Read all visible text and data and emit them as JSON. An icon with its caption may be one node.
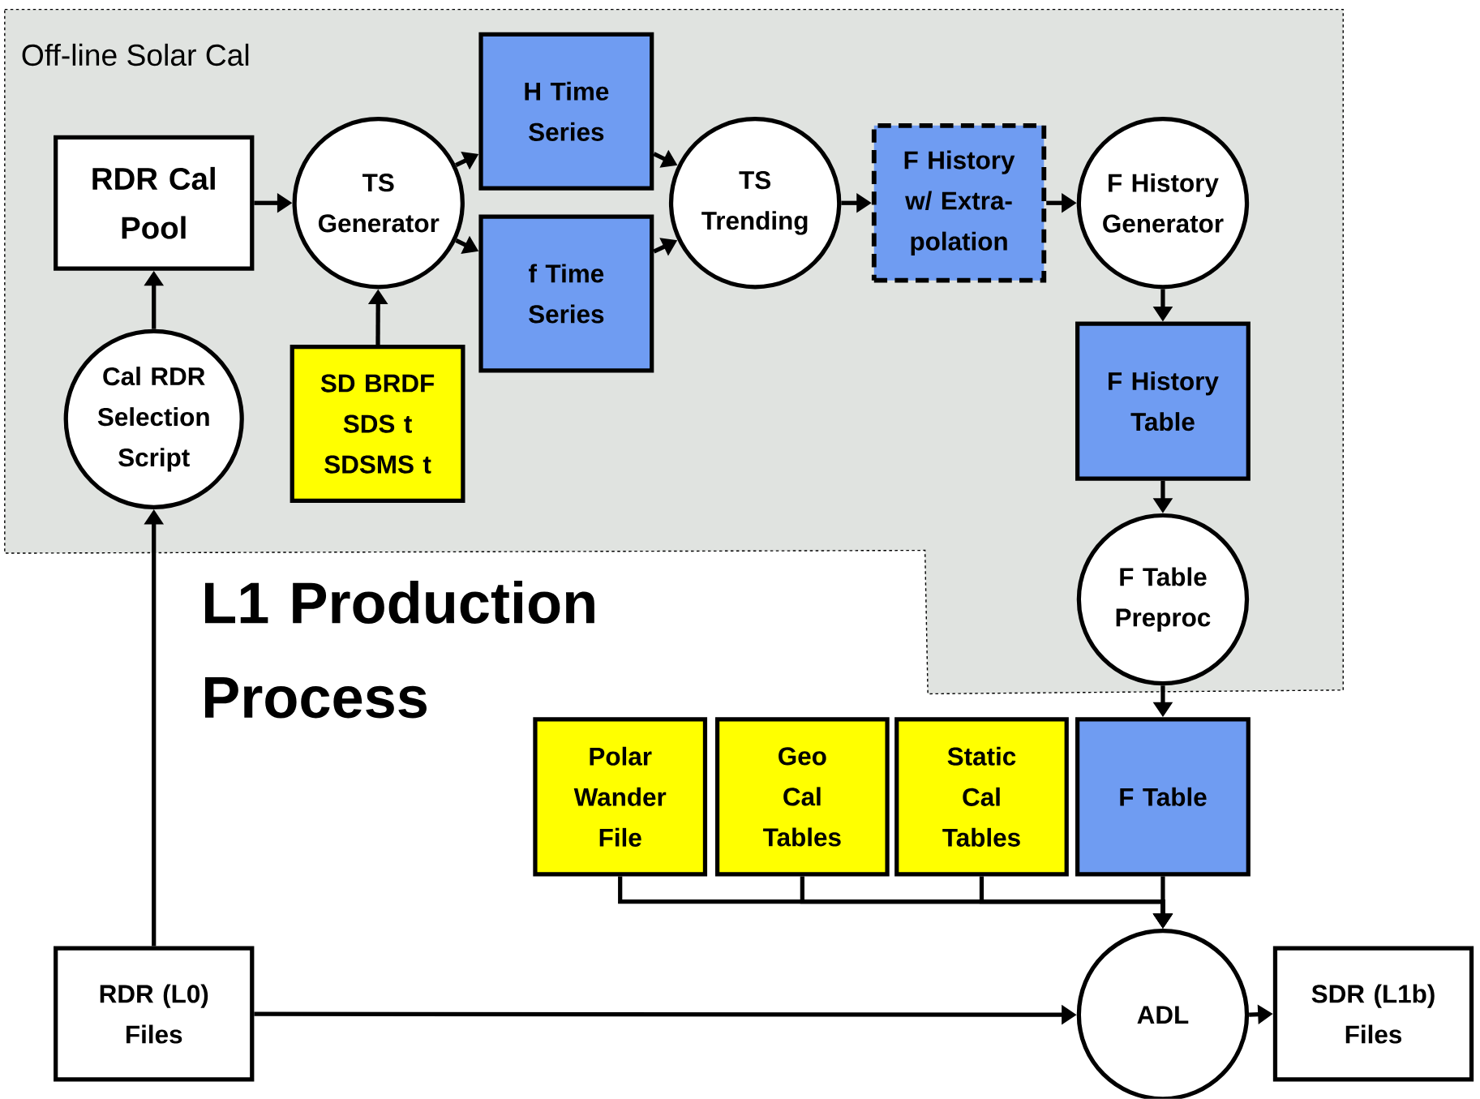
{
  "diagram": {
    "nodes": [
      {
        "text": [
          "Off-line Solar Cal"
        ]
      },
      {
        "text": [
          "RDR Cal Pool"
        ],
        "in": 0
      },
      {
        "text": [
          "TS Generator"
        ],
        "in": 0
      },
      {
        "text": [
          "H Time Series"
        ],
        "in": 0
      },
      {
        "text": [
          "f Time Series"
        ],
        "in": 0
      },
      {
        "text": [
          "TS Trending"
        ],
        "in": 0
      },
      {
        "text": [
          "F History w/ Extra-polation"
        ],
        "in": 0
      },
      {
        "text": [
          "F History Generator"
        ],
        "in": 0
      },
      {
        "text": [
          "Cal RDR Selection Script"
        ],
        "in": 0
      },
      {
        "text": [
          "SD BRDF SDS t SDSMS t"
        ],
        "in": 0
      },
      {
        "text": [
          "F History Table"
        ],
        "in": 0
      },
      {
        "text": [
          "F Table Preproc"
        ],
        "in": 0
      },
      {
        "text": [
          "Polar Wander File"
        ]
      },
      {
        "text": [
          "Geo Cal Tables"
        ]
      },
      {
        "text": [
          "Static Cal Tables"
        ]
      },
      {
        "text": [
          "F Table"
        ]
      },
      {
        "text": [
          "RDR (L0) Files"
        ]
      },
      {
        "text": [
          "ADL"
        ]
      },
      {
        "text": [
          "SDR (L1b) Files"
        ]
      }
    ],
    "edges": [
      {
        "from": 1,
        "to": 2,
        "arrow": "to"
      },
      {
        "from": 2,
        "to": 3,
        "arrow": "to"
      },
      {
        "from": 2,
        "to": 4,
        "arrow": "to"
      },
      {
        "from": 3,
        "to": 5,
        "arrow": "to"
      },
      {
        "from": 4,
        "to": 5,
        "arrow": "to"
      },
      {
        "from": 5,
        "to": 6,
        "arrow": "to"
      },
      {
        "from": 6,
        "to": 7,
        "arrow": "to"
      },
      {
        "from": 7,
        "to": 10,
        "arrow": "to"
      },
      {
        "from": 10,
        "to": 11,
        "arrow": "to"
      },
      {
        "from": 11,
        "to": 15,
        "arrow": "to"
      },
      {
        "from": 8,
        "to": 1,
        "arrow": "to"
      },
      {
        "from": 9,
        "to": 2,
        "arrow": "to"
      },
      {
        "from": 16,
        "to": 8,
        "arrow": "to"
      },
      {
        "from": 12,
        "to": 17,
        "arrow": "to"
      },
      {
        "from": 13,
        "to": 17,
        "arrow": "to"
      },
      {
        "from": 14,
        "to": 17,
        "arrow": "to"
      },
      {
        "from": 15,
        "to": 17,
        "arrow": "to"
      },
      {
        "from": 16,
        "to": 17,
        "arrow": "to"
      },
      {
        "from": 17,
        "to": 18,
        "arrow": "to"
      }
    ],
    "labels": [
      "L1 Production Process"
    ]
  }
}
